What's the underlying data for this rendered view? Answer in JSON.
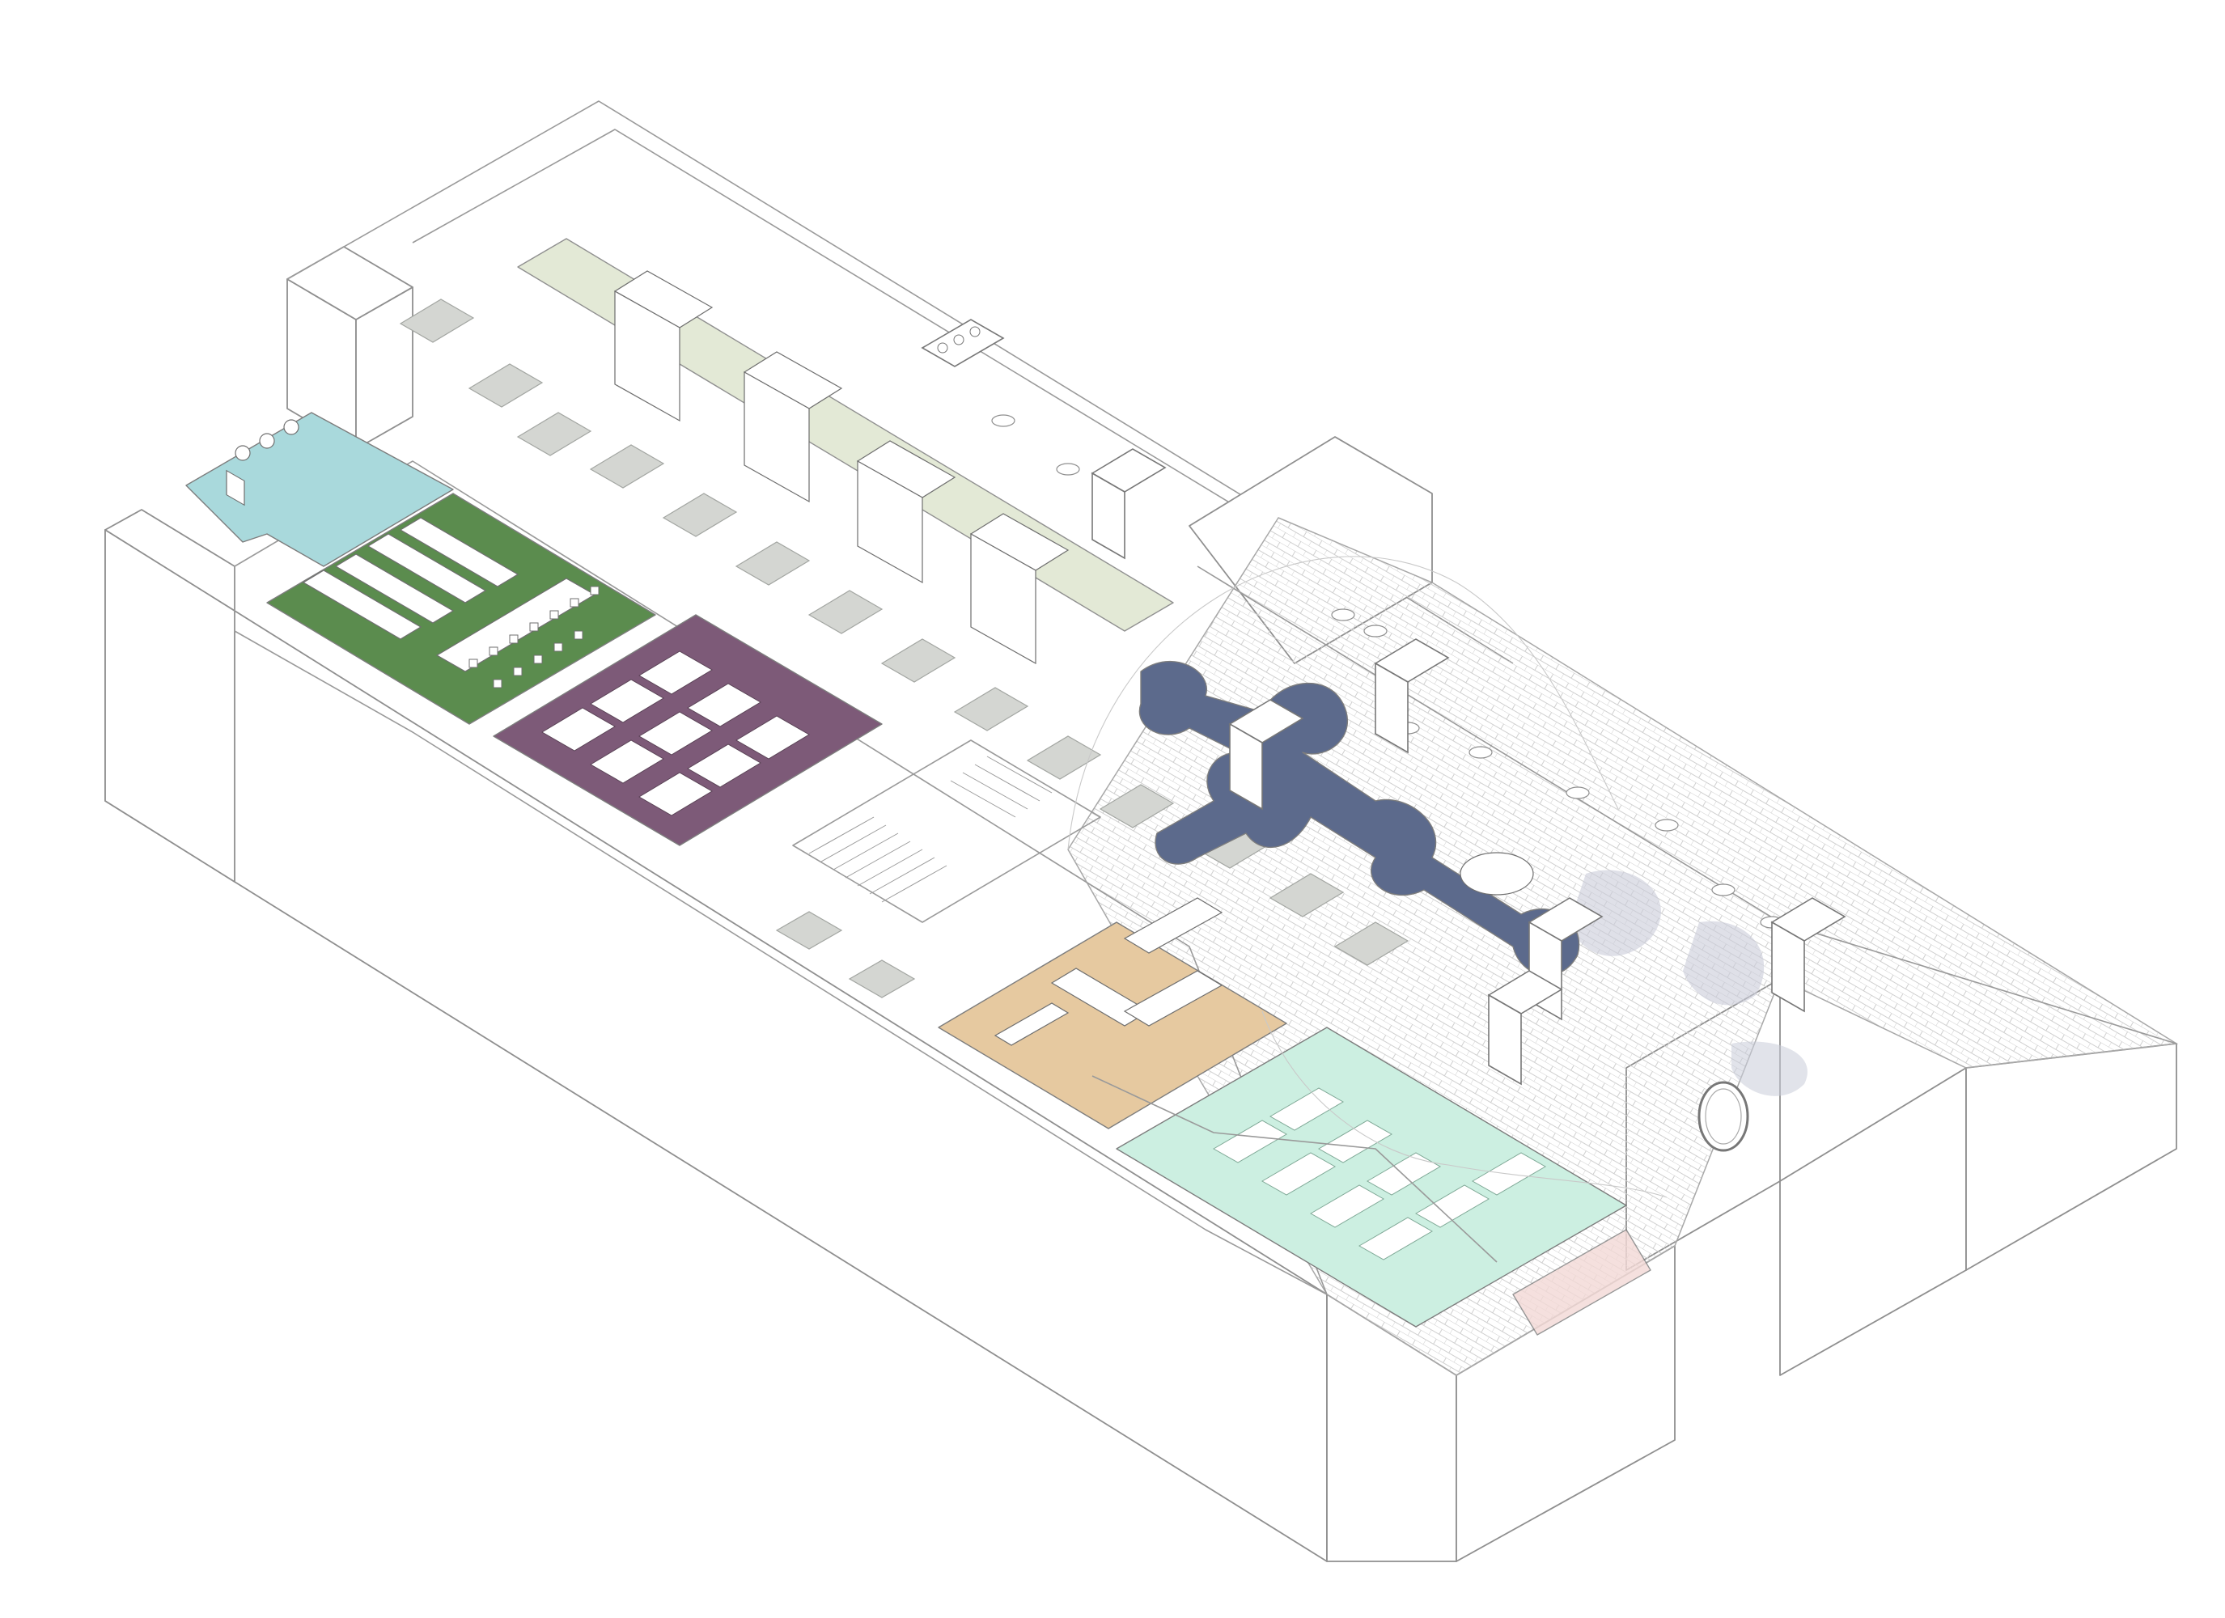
{
  "colors": {
    "background": "#ffffff",
    "line": "#9a9a9a",
    "zone_teal": "#a9d9dc",
    "zone_green": "#5b8c4e",
    "zone_purple": "#7d5a78",
    "zone_sage": "#dfe6cf",
    "zone_tan": "#e6c9a0",
    "zone_mint": "#ccefe1",
    "zone_slate": "#5c6a8c",
    "zone_pink": "#f3d9d6",
    "tile_grey": "#d4d6d2",
    "roof_hatch": "#c8c8c8"
  },
  "zones": [
    {
      "id": "wc-area",
      "color": "#a9d9dc"
    },
    {
      "id": "green-workroom",
      "color": "#5b8c4e"
    },
    {
      "id": "purple-classroom",
      "color": "#7d5a78"
    },
    {
      "id": "sage-corridor",
      "color": "#dfe6cf"
    },
    {
      "id": "tan-meeting-room",
      "color": "#e6c9a0"
    },
    {
      "id": "mint-lecture-room",
      "color": "#ccefe1"
    },
    {
      "id": "slate-attic-lounge",
      "color": "#5c6a8c"
    },
    {
      "id": "pink-gable-corner",
      "color": "#f3d9d6"
    }
  ],
  "icons": [
    "chimney-icon",
    "round-window-icon",
    "stair-icon",
    "chair-icon",
    "table-icon"
  ]
}
